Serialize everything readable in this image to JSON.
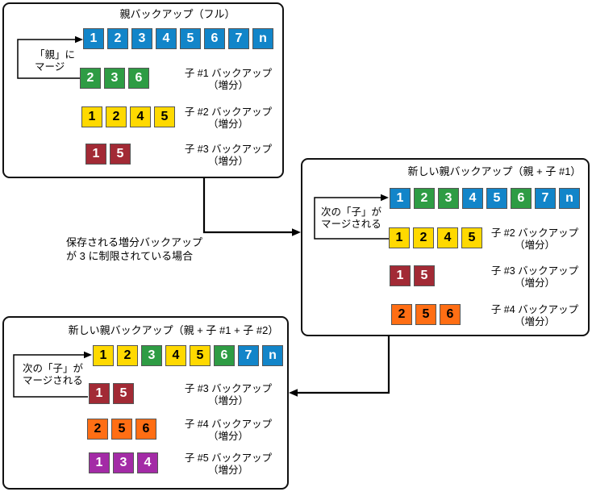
{
  "palette": {
    "blue": "#1285C9",
    "green": "#2E9C44",
    "yellow": "#FFD900",
    "darkred": "#A22A35",
    "orange": "#FF6E14",
    "purple": "#A32BA6"
  },
  "dark_text_colors": [
    "yellow",
    "orange"
  ],
  "line_color": "#000000",
  "center_note": {
    "line1": "保存される増分バックアップ",
    "line2": "が 3 に制限されている場合"
  },
  "boxes": [
    {
      "title": "親バックアップ（フル）",
      "annotation": {
        "line1": "「親」に",
        "line2": "マージ"
      },
      "rows": [
        {
          "blocks": [
            {
              "v": "1",
              "c": "blue"
            },
            {
              "v": "2",
              "c": "blue"
            },
            {
              "v": "3",
              "c": "blue"
            },
            {
              "v": "4",
              "c": "blue"
            },
            {
              "v": "5",
              "c": "blue"
            },
            {
              "v": "6",
              "c": "blue"
            },
            {
              "v": "7",
              "c": "blue"
            },
            {
              "v": "n",
              "c": "blue"
            }
          ]
        },
        {
          "label1": "子 #1 バックアップ",
          "label2": "（増分）",
          "blocks": [
            {
              "v": "2",
              "c": "green"
            },
            {
              "v": "3",
              "c": "green"
            },
            {
              "v": "6",
              "c": "green"
            }
          ]
        },
        {
          "label1": "子 #2 バックアップ",
          "label2": "（増分）",
          "blocks": [
            {
              "v": "1",
              "c": "yellow"
            },
            {
              "v": "2",
              "c": "yellow"
            },
            {
              "v": "4",
              "c": "yellow"
            },
            {
              "v": "5",
              "c": "yellow"
            }
          ]
        },
        {
          "label1": "子 #3 バックアップ",
          "label2": "（増分）",
          "blocks": [
            {
              "v": "1",
              "c": "darkred"
            },
            {
              "v": "5",
              "c": "darkred"
            }
          ]
        }
      ]
    },
    {
      "title": "新しい親バックアップ（親 + 子 #1）",
      "annotation": {
        "line1": "次の「子」が",
        "line2": "マージされる"
      },
      "rows": [
        {
          "blocks": [
            {
              "v": "1",
              "c": "blue"
            },
            {
              "v": "2",
              "c": "green"
            },
            {
              "v": "3",
              "c": "green"
            },
            {
              "v": "4",
              "c": "blue"
            },
            {
              "v": "5",
              "c": "blue"
            },
            {
              "v": "6",
              "c": "green"
            },
            {
              "v": "7",
              "c": "blue"
            },
            {
              "v": "n",
              "c": "blue"
            }
          ]
        },
        {
          "label1": "子 #2 バックアップ",
          "label2": "（増分）",
          "blocks": [
            {
              "v": "1",
              "c": "yellow"
            },
            {
              "v": "2",
              "c": "yellow"
            },
            {
              "v": "4",
              "c": "yellow"
            },
            {
              "v": "5",
              "c": "yellow"
            }
          ]
        },
        {
          "label1": "子 #3 バックアップ",
          "label2": "（増分）",
          "blocks": [
            {
              "v": "1",
              "c": "darkred"
            },
            {
              "v": "5",
              "c": "darkred"
            }
          ]
        },
        {
          "label1": "子 #4 バックアップ",
          "label2": "（増分）",
          "blocks": [
            {
              "v": "2",
              "c": "orange"
            },
            {
              "v": "5",
              "c": "orange"
            },
            {
              "v": "6",
              "c": "orange"
            }
          ]
        }
      ]
    },
    {
      "title": "新しい親バックアップ（親 + 子 #1 + 子 #2）",
      "annotation": {
        "line1": "次の「子」が",
        "line2": "マージされる"
      },
      "rows": [
        {
          "blocks": [
            {
              "v": "1",
              "c": "yellow"
            },
            {
              "v": "2",
              "c": "yellow"
            },
            {
              "v": "3",
              "c": "green"
            },
            {
              "v": "4",
              "c": "yellow"
            },
            {
              "v": "5",
              "c": "yellow"
            },
            {
              "v": "6",
              "c": "green"
            },
            {
              "v": "7",
              "c": "blue"
            },
            {
              "v": "n",
              "c": "blue"
            }
          ]
        },
        {
          "label1": "子 #3 バックアップ",
          "label2": "（増分）",
          "blocks": [
            {
              "v": "1",
              "c": "darkred"
            },
            {
              "v": "5",
              "c": "darkred"
            }
          ]
        },
        {
          "label1": "子 #4 バックアップ",
          "label2": "（増分）",
          "blocks": [
            {
              "v": "2",
              "c": "orange"
            },
            {
              "v": "5",
              "c": "orange"
            },
            {
              "v": "6",
              "c": "orange"
            }
          ]
        },
        {
          "label1": "子 #5 バックアップ",
          "label2": "（増分）",
          "blocks": [
            {
              "v": "1",
              "c": "purple"
            },
            {
              "v": "3",
              "c": "purple"
            },
            {
              "v": "4",
              "c": "purple"
            }
          ]
        }
      ]
    }
  ]
}
